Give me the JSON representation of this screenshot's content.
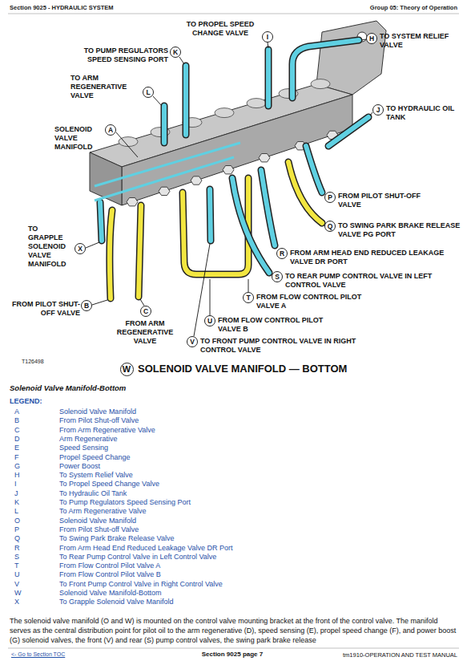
{
  "diagram": {
    "nodes": [
      {
        "text": [
          "I"
        ]
      },
      {
        "text": [
          "H"
        ]
      },
      {
        "text": [
          "K"
        ]
      },
      {
        "text": [
          "L"
        ]
      },
      {
        "text": [
          "A"
        ]
      },
      {
        "text": [
          "J"
        ]
      },
      {
        "text": [
          "P"
        ]
      },
      {
        "text": [
          "Q"
        ]
      },
      {
        "text": [
          "X"
        ]
      },
      {
        "text": [
          "R"
        ]
      },
      {
        "text": [
          "S"
        ]
      },
      {
        "text": [
          "T"
        ]
      },
      {
        "text": [
          "B"
        ]
      },
      {
        "text": [
          "C"
        ]
      },
      {
        "text": [
          "U"
        ]
      },
      {
        "text": [
          "V"
        ]
      },
      {
        "text": [
          "W"
        ]
      }
    ],
    "labels": [
      "Section 9025 - HYDRAULIC SYSTEM",
      "Group 05: Theory of Operation",
      "TO PROPEL SPEED CHANGE VALVE",
      "TO SYSTEM RELIEF VALVE",
      "TO PUMP REGULATORS SPEED SENSING PORT",
      "TO ARM REGENERATIVE VALVE",
      "SOLENOID VALVE MANIFOLD",
      "TO HYDRAULIC OIL TANK",
      "FROM PILOT SHUT-OFF VALVE",
      "TO SWING PARK BRAKE RELEASE VALVE PG PORT",
      "TO GRAPPLE SOLENOID VALVE MANIFOLD",
      "FROM ARM HEAD END REDUCED LEAKAGE VALVE DR PORT",
      "TO REAR PUMP CONTROL VALVE IN LEFT CONTROL VALVE",
      "FROM FLOW CONTROL PILOT VALVE A",
      "FROM PILOT SHUT-OFF VALVE",
      "FROM ARM REGENERATIVE VALVE",
      "FROM FLOW CONTROL PILOT VALVE B",
      "TO FRONT PUMP CONTROL VALVE IN RIGHT CONTROL VALVE",
      "T126498",
      "SOLENOID VALVE MANIFOLD — BOTTOM",
      "Solenoid Valve Manifold-Bottom",
      "LEGEND:",
      "A",
      "Solenoid Valve Manifold",
      "B",
      "From Pilot Shut-off Valve",
      "C",
      "From Arm Regenerative Valve",
      "D",
      "Arm Regenerative",
      "E",
      "Speed Sensing",
      "F",
      "Propel Speed Change",
      "G",
      "Power Boost",
      "H",
      "To System Relief Valve",
      "I",
      "To Propel Speed Change Valve",
      "J",
      "To Hydraulic Oil Tank",
      "K",
      "To Pump Regulators Speed Sensing Port",
      "L",
      "To Arm Regenerative Valve",
      "O",
      "Solenoid Valve Manifold",
      "P",
      "From Pilot Shut-off Valve",
      "Q",
      "To Swing Park Brake Release Valve",
      "R",
      "From Arm Head End Reduced Leakage Valve DR Port",
      "S",
      "To Rear Pump Control Valve in Left Control Valve",
      "T",
      "From Flow Control Pilot Valve A",
      "U",
      "From Flow Control Pilot Valve B",
      "V",
      "To Front Pump Control Valve in Right Control Valve",
      "W",
      "Solenoid Valve Manifold-Bottom",
      "X",
      "To Grapple Solenoid Valve Manifold",
      "The solenoid valve manifold (O and W) is mounted on the control valve mounting bracket at the front of the control valve. The manifold serves as the central distribution point for pilot oil to the arm regenerative (D), speed sensing (E), propel speed change (F), and power boost (G) solenoid valves, the front (V) and rear (S) pump control valves, the swing park brake release",
      "<- Go to Section TOC",
      "Section 9025 page 7",
      "tm1910-OPERATION AND TEST MANUAL"
    ]
  }
}
